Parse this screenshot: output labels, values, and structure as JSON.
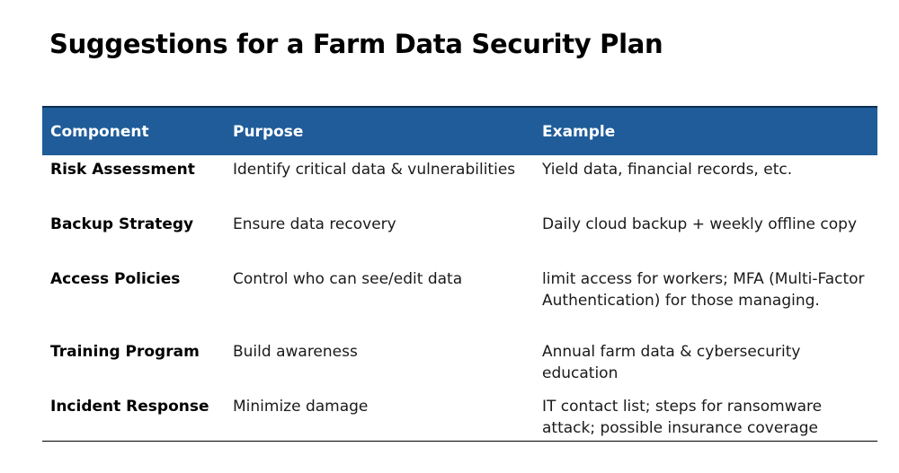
{
  "title": "Suggestions for a Farm Data Security Plan",
  "table": {
    "headers": [
      "Component",
      "Purpose",
      "Example"
    ],
    "rows": [
      {
        "component": "Risk Assessment",
        "purpose": "Identify critical data & vulnerabilities",
        "example": "Yield data, financial records, etc."
      },
      {
        "component": "Backup Strategy",
        "purpose": "Ensure data recovery",
        "example": "Daily cloud backup + weekly offline copy"
      },
      {
        "component": "Access Policies",
        "purpose": "Control who can see/edit data",
        "example": "limit access for workers; MFA (Multi-Factor Authentication) for those managing."
      },
      {
        "component": "Training Program",
        "purpose": "Build awareness",
        "example": "Annual farm data & cybersecurity education"
      },
      {
        "component": "Incident Response",
        "purpose": "Minimize damage",
        "example": "IT contact list; steps for ransomware attack; possible insurance coverage"
      }
    ]
  },
  "colors": {
    "header_background": "#1f5c99",
    "header_text": "#ffffff",
    "body_text": "#1a1a1a"
  }
}
